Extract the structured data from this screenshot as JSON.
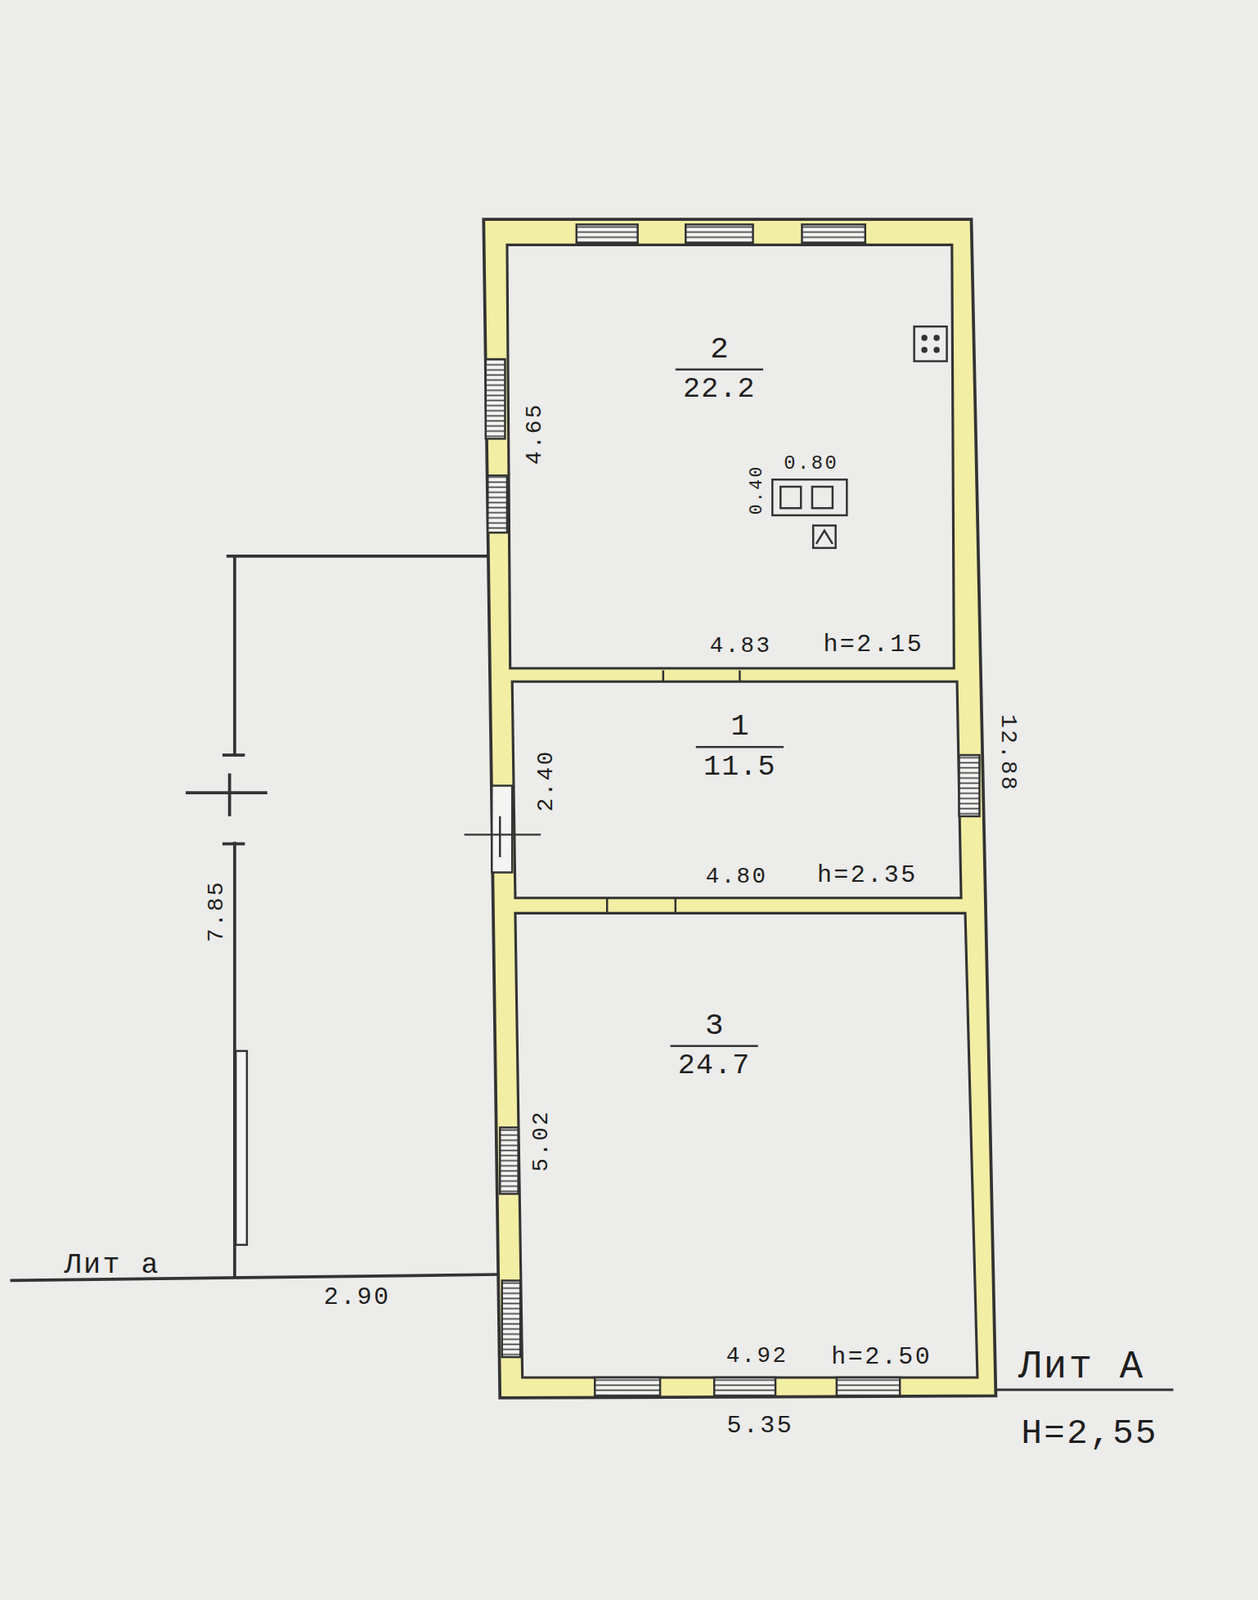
{
  "diagram": {
    "nodes": [
      {
        "text": [
          "2",
          "22.2"
        ]
      },
      {
        "text": [
          "1",
          "11.5"
        ]
      },
      {
        "text": [
          "3",
          "24.7"
        ]
      }
    ],
    "labels": [
      "4.65",
      "0.80",
      "0.40",
      "4.83",
      "h=2.15",
      "12.88",
      "2.40",
      "4.80",
      "h=2.35",
      "7.85",
      "5.02",
      "4.92",
      "h=2.50",
      "Лит а",
      "2.90",
      "Лит А",
      "5.35",
      "H=2,55"
    ]
  }
}
